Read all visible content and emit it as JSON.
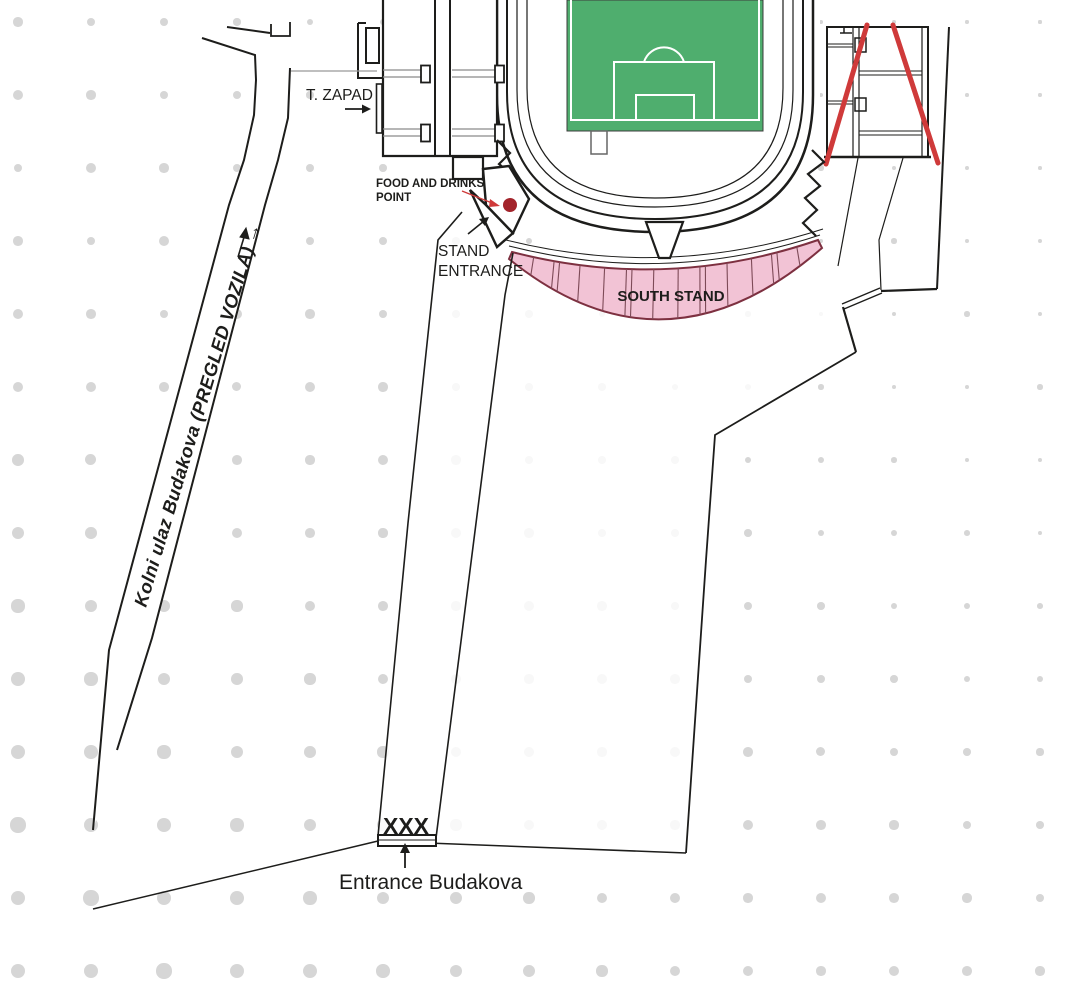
{
  "map": {
    "labels": {
      "west_tribune": "T. ZAPAD",
      "food_point_line1": "FOOD AND DRINKS",
      "food_point_line2": "POINT",
      "stand_entrance_line1": "STAND",
      "stand_entrance_line2": "ENTRANCE",
      "south_stand": "SOUTH STAND",
      "road": "Kolni ulaz Budakova (PREGLED VOZILA) →",
      "closed_marker": "XXX",
      "main_entrance": "Entrance Budakova"
    },
    "colors": {
      "stand_fill": "#f2c3d5",
      "stand_outline": "#7d3040",
      "stand_divider": "#7d4a57",
      "pitch_green": "#4fae6e",
      "accent_red": "#cf3a3a",
      "marker_dark_red": "#a3242b",
      "line_black": "#1d1d1b",
      "dot_gray": "#d6d6d6"
    }
  }
}
